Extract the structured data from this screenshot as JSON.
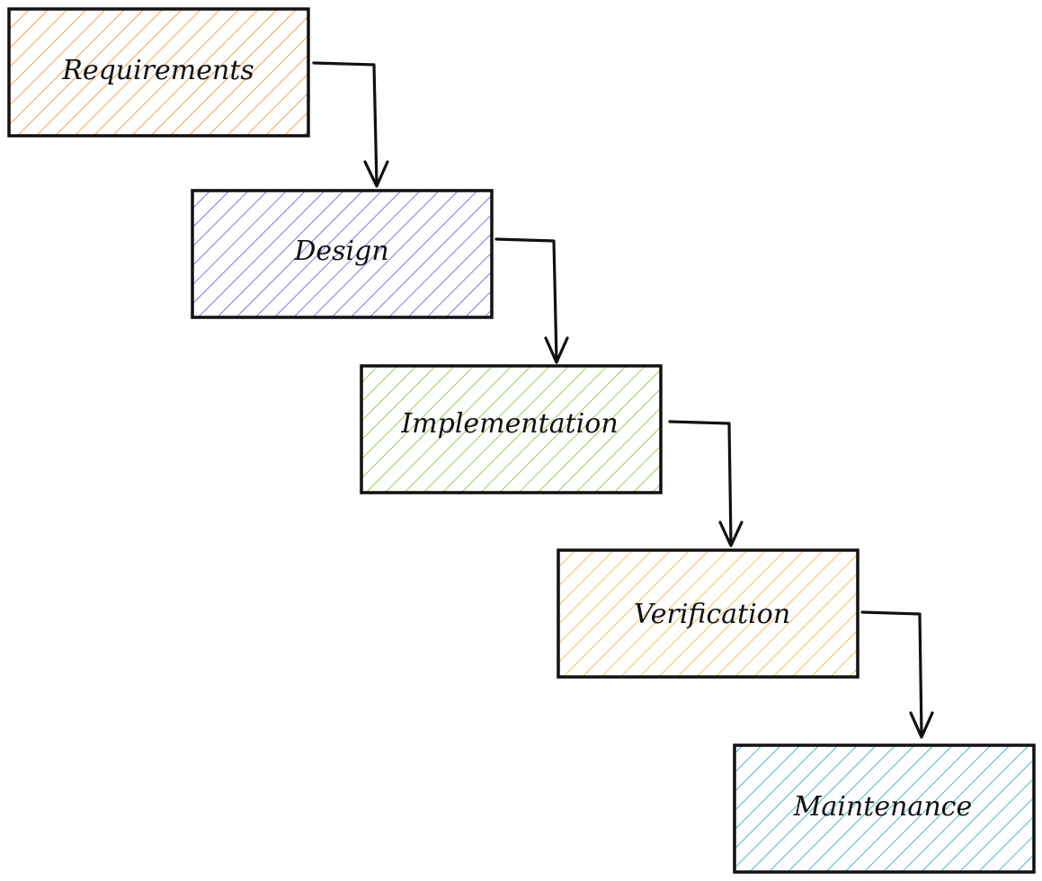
{
  "diagram": {
    "type": "waterfall-process",
    "stages": [
      {
        "id": "requirements",
        "label": "Requirements",
        "color": "#f08c2a"
      },
      {
        "id": "design",
        "label": "Design",
        "color": "#6c4fe0"
      },
      {
        "id": "implementation",
        "label": "Implementation",
        "color": "#80c234"
      },
      {
        "id": "verification",
        "label": "Verification",
        "color": "#f0b429"
      },
      {
        "id": "maintenance",
        "label": "Maintenance",
        "color": "#1aa6b7"
      }
    ],
    "connections": [
      {
        "from": "requirements",
        "to": "design"
      },
      {
        "from": "design",
        "to": "implementation"
      },
      {
        "from": "implementation",
        "to": "verification"
      },
      {
        "from": "verification",
        "to": "maintenance"
      }
    ]
  }
}
